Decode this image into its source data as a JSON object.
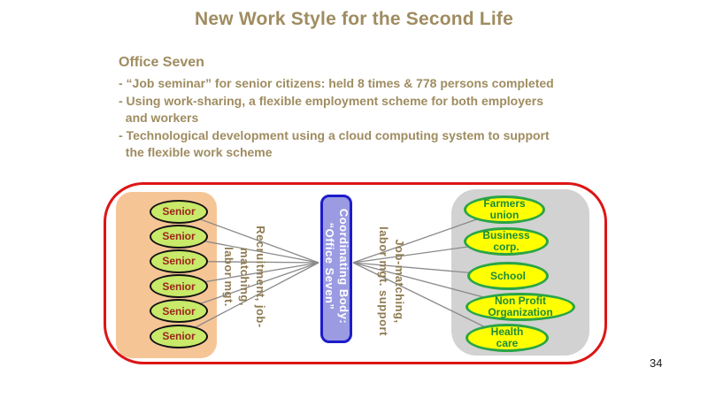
{
  "slide": {
    "title": "New Work Style for the Second Life",
    "page_number": "34"
  },
  "content": {
    "heading": "Office Seven",
    "lines": [
      "- “Job seminar” for senior citizens: held 8 times & 778 persons completed",
      "- Using work-sharing, a flexible employment scheme for both employers",
      "  and workers",
      "- Technological development using a cloud computing system to support",
      "  the flexible work scheme"
    ]
  },
  "diagram": {
    "left_group": {
      "members": [
        "Senior",
        "Senior",
        "Senior",
        "Senior",
        "Senior",
        "Senior"
      ]
    },
    "left_flow_label": [
      "Recruitment, job-matching,",
      "labor mgt."
    ],
    "coordinator": [
      "Coordinating Body:",
      "“Office Seven”"
    ],
    "right_flow_label": [
      "Job-matching,",
      "labor mgt. support"
    ],
    "right_group": {
      "members": [
        [
          "Farmers",
          "union"
        ],
        [
          "Business",
          "corp."
        ],
        [
          "School"
        ],
        [
          "Non Profit",
          "Organization"
        ],
        [
          "Health",
          "care"
        ]
      ]
    },
    "colors": {
      "title_text": "#9f8c60",
      "flow_label_text": "#8e7b51",
      "outer_border": "#dd1515",
      "left_panel": "#f6c596",
      "right_panel": "#d2d2d2",
      "coordinator_fill": "#9b9be2",
      "coordinator_border": "#1c1ccc",
      "senior_fill": "#c8e969",
      "senior_text": "#9c241e",
      "org_fill": "#ffff00",
      "org_border": "#2aa546",
      "org_text": "#1e8c3a",
      "connector": "#8a8a8a"
    }
  }
}
